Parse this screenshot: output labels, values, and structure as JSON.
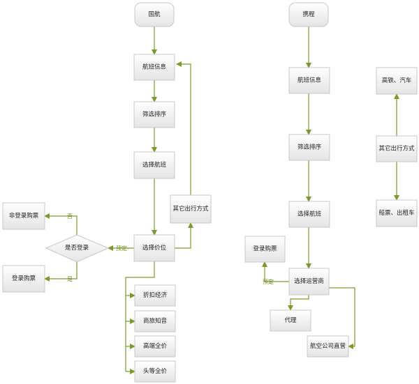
{
  "colors": {
    "connector": "#7a9a2a",
    "box_fill_top": "#ffffff",
    "box_fill_bottom": "#e4e4e4",
    "box_stroke": "#c8c8c8",
    "text": "#222222",
    "edge_label": "#6f8f1f"
  },
  "left_flow": {
    "start": "国航",
    "info": "航班信息",
    "filter": "筛选排序",
    "select_flight": "选择航班",
    "other_travel": "其它出行方式",
    "select_price": "选择价位",
    "decision": "是否登录",
    "no_login_buy": "非登录购票",
    "login_buy": "登录购票",
    "label_no": "否",
    "label_yes": "是",
    "label_book": "预定",
    "price_options": [
      "折扣经济",
      "商旅知音",
      "高端全价",
      "头等全价"
    ]
  },
  "right_flow": {
    "start": "携程",
    "info": "航班信息",
    "filter": "筛选排序",
    "select_flight": "选择航班",
    "login_buy": "登录购票",
    "select_carrier": "选择运营商",
    "label_book": "预定",
    "agent": "代理",
    "airline_direct": "航空公司直营"
  },
  "other_branch": {
    "center": "其它出行方式",
    "top": "高铁、汽车",
    "bottom": "船票、出租车"
  }
}
